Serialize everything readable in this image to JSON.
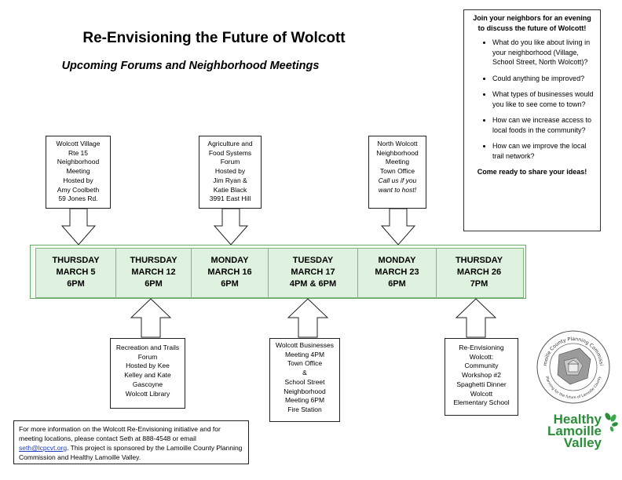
{
  "title": "Re-Envisioning the Future of Wolcott",
  "subtitle": "Upcoming Forums and Neighborhood Meetings",
  "info_box": {
    "heading": "Join your neighbors for an evening to discuss the future of Wolcott!",
    "questions": [
      "What do you like about living in your neighborhood (Village, School Street, North Wolcott)?",
      "Could anything be improved?",
      "What types of businesses would you like to see come to town?",
      "How can we increase access to local foods in the community?",
      "How can we improve the local trail network?"
    ],
    "footer": "Come ready to share your ideas!"
  },
  "timeline": [
    {
      "day": "THURSDAY",
      "date": "MARCH 5",
      "time": "6PM"
    },
    {
      "day": "THURSDAY",
      "date": "MARCH 12",
      "time": "6PM"
    },
    {
      "day": "MONDAY",
      "date": "MARCH 16",
      "time": "6PM"
    },
    {
      "day": "TUESDAY",
      "date": "MARCH 17",
      "time": "4PM & 6PM"
    },
    {
      "day": "MONDAY",
      "date": "MARCH 23",
      "time": "6PM"
    },
    {
      "day": "THURSDAY",
      "date": "MARCH 26",
      "time": "7PM"
    }
  ],
  "events_top": [
    {
      "lines": [
        "Wolcott Village",
        "Rte 15",
        "Neighborhood",
        "Meeting",
        "Hosted by",
        "Amy Coolbeth",
        "59 Jones Rd."
      ]
    },
    {
      "lines": [
        "Agriculture and",
        "Food Systems",
        "Forum",
        "Hosted by",
        "Jim Ryan &",
        "Katie Black",
        "3991 East Hill"
      ]
    },
    {
      "lines": [
        "North Wolcott",
        "Neighborhood",
        "Meeting",
        "Town Office"
      ],
      "italic_lines": [
        "Call us if you",
        "want to host!"
      ]
    }
  ],
  "events_bottom": [
    {
      "lines": [
        "Recreation and Trails",
        "Forum",
        "Hosted by Kee",
        "Kelley and Kate",
        "Gascoyne",
        "Wolcott Library"
      ]
    },
    {
      "lines": [
        "Wolcott Businesses",
        "Meeting 4PM",
        "Town Office",
        "&",
        "School Street",
        "Neighborhood",
        "Meeting 6PM",
        "Fire Station"
      ]
    },
    {
      "lines": [
        "Re-Envisioning",
        "Wolcott:",
        "Community",
        "Workshop #2",
        "Spaghetti Dinner",
        "Wolcott",
        "Elementary School"
      ]
    }
  ],
  "contact": {
    "text_before": "For more information on the Wolcott Re-Envisioning initiative and for meeting locations, please contact Seth at 888-4548 or email ",
    "email": "seth@lcpcvt.org",
    "text_after": ". This project is sponsored by the Lamoille County Planning Commission and Healthy Lamoille Valley."
  },
  "logos": {
    "seal_text_top": "Lamoille County Planning Commission",
    "seal_text_bottom": "Planning for the future of Lamoille County",
    "healthy_lines": [
      "Healthy",
      "Lamoille",
      "Valley"
    ]
  },
  "colors": {
    "timeline_fill": "#dff2df",
    "timeline_border": "#7db87d",
    "logo_green": "#2b8f3a"
  }
}
